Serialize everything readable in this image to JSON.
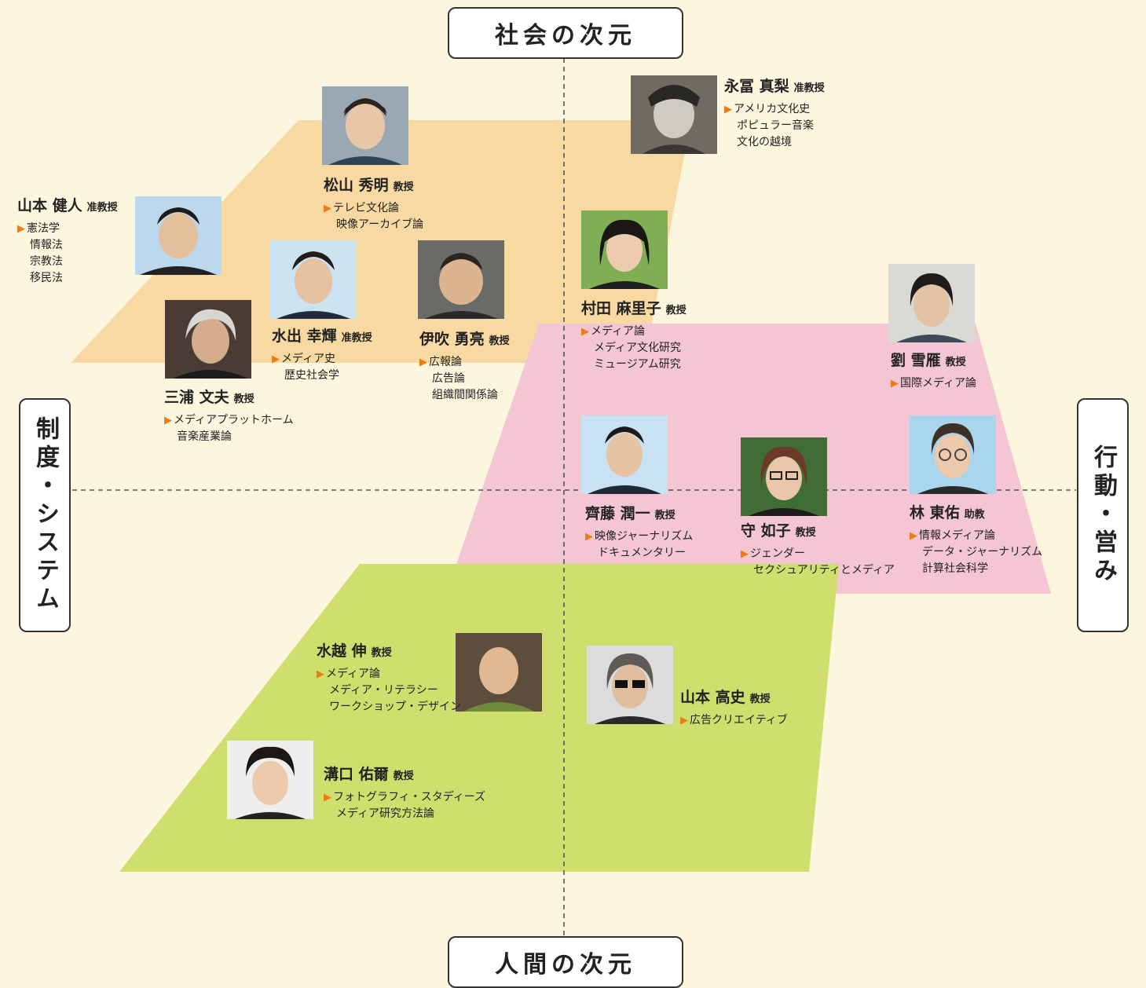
{
  "axes": {
    "top": "社会の次元",
    "bottom": "人間の次元",
    "left": "制度・システム",
    "right": "行動・営み"
  },
  "colors": {
    "background": "#fdf6df",
    "orange_area": "#f7d9a1",
    "pink_area": "#f4c6d3",
    "green_area": "#cedf6e",
    "marker": "#ea7d16"
  },
  "marker_icon": "triangle-right-icon",
  "people": [
    {
      "id": "nagatomi",
      "name": "永冨 真梨",
      "title": "准教授",
      "topics": [
        "アメリカ文化史",
        "ポピュラー音楽",
        "文化の越境"
      ]
    },
    {
      "id": "matsuyama",
      "name": "松山 秀明",
      "title": "教授",
      "topics": [
        "テレビ文化論",
        "映像アーカイブ論"
      ]
    },
    {
      "id": "yamamoto-k",
      "name": "山本 健人",
      "title": "准教授",
      "topics": [
        "憲法学",
        "情報法",
        "宗教法",
        "移民法"
      ]
    },
    {
      "id": "miura",
      "name": "三浦 文夫",
      "title": "教授",
      "topics": [
        "メディアプラットホーム",
        "音楽産業論"
      ]
    },
    {
      "id": "mizuide",
      "name": "水出 幸輝",
      "title": "准教授",
      "topics": [
        "メディア史",
        "歴史社会学"
      ]
    },
    {
      "id": "ibuki",
      "name": "伊吹 勇亮",
      "title": "教授",
      "topics": [
        "広報論",
        "広告論",
        "組織間関係論"
      ]
    },
    {
      "id": "murata",
      "name": "村田 麻里子",
      "title": "教授",
      "topics": [
        "メディア論",
        "メディア文化研究",
        "ミュージアム研究"
      ]
    },
    {
      "id": "liu",
      "name": "劉 雪雁",
      "title": "教授",
      "topics": [
        "国際メディア論"
      ]
    },
    {
      "id": "saito",
      "name": "齊藤 潤一",
      "title": "教授",
      "topics": [
        "映像ジャーナリズム",
        "ドキュメンタリー"
      ]
    },
    {
      "id": "mori",
      "name": "守 如子",
      "title": "教授",
      "topics": [
        "ジェンダー",
        "セクシュアリティとメディア"
      ]
    },
    {
      "id": "hayashi",
      "name": "林 東佑",
      "title": "助教",
      "topics": [
        "情報メディア論",
        "データ・ジャーナリズム",
        "計算社会科学"
      ]
    },
    {
      "id": "mizukoshi",
      "name": "水越 伸",
      "title": "教授",
      "topics": [
        "メディア論",
        "メディア・リテラシー",
        "ワークショップ・デザイン"
      ]
    },
    {
      "id": "yamamoto-t",
      "name": "山本 高史",
      "title": "教授",
      "topics": [
        "広告クリエイティブ"
      ]
    },
    {
      "id": "mizoguchi",
      "name": "溝口 佑爾",
      "title": "教授",
      "topics": [
        "フォトグラフィ・スタディーズ",
        "メディア研究方法論"
      ]
    }
  ]
}
